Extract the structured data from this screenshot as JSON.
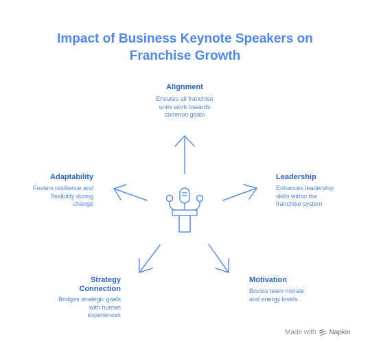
{
  "title": {
    "line1": "Impact of Business Keynote Speakers on",
    "line2": "Franchise Growth"
  },
  "nodes": {
    "alignment": {
      "title": "Alignment",
      "desc": [
        "Ensures all franchise",
        "units work towards",
        "common goals"
      ]
    },
    "leadership": {
      "title": "Leadership",
      "desc": [
        "Enhances leadership",
        "skills within the",
        "franchise system"
      ]
    },
    "motivation": {
      "title": "Motivation",
      "desc": [
        "Boosts team morale",
        "and energy levels"
      ]
    },
    "strategy": {
      "title": [
        "Strategy",
        "Connection"
      ],
      "desc": [
        "Bridges strategic goals",
        "with human",
        "experiences"
      ]
    },
    "adaptability": {
      "title": "Adaptability",
      "desc": [
        "Fosters resilience and",
        "flexibility during",
        "change"
      ]
    }
  },
  "footer": {
    "made_with": "Made with",
    "brand": "Napkin"
  },
  "colors": {
    "title": "#4f87e8",
    "node_title": "#2f63c9",
    "line": "#5b8fea"
  },
  "icons": {
    "center": "speaker-podium-icon",
    "brand": "napkin-logo-icon"
  }
}
